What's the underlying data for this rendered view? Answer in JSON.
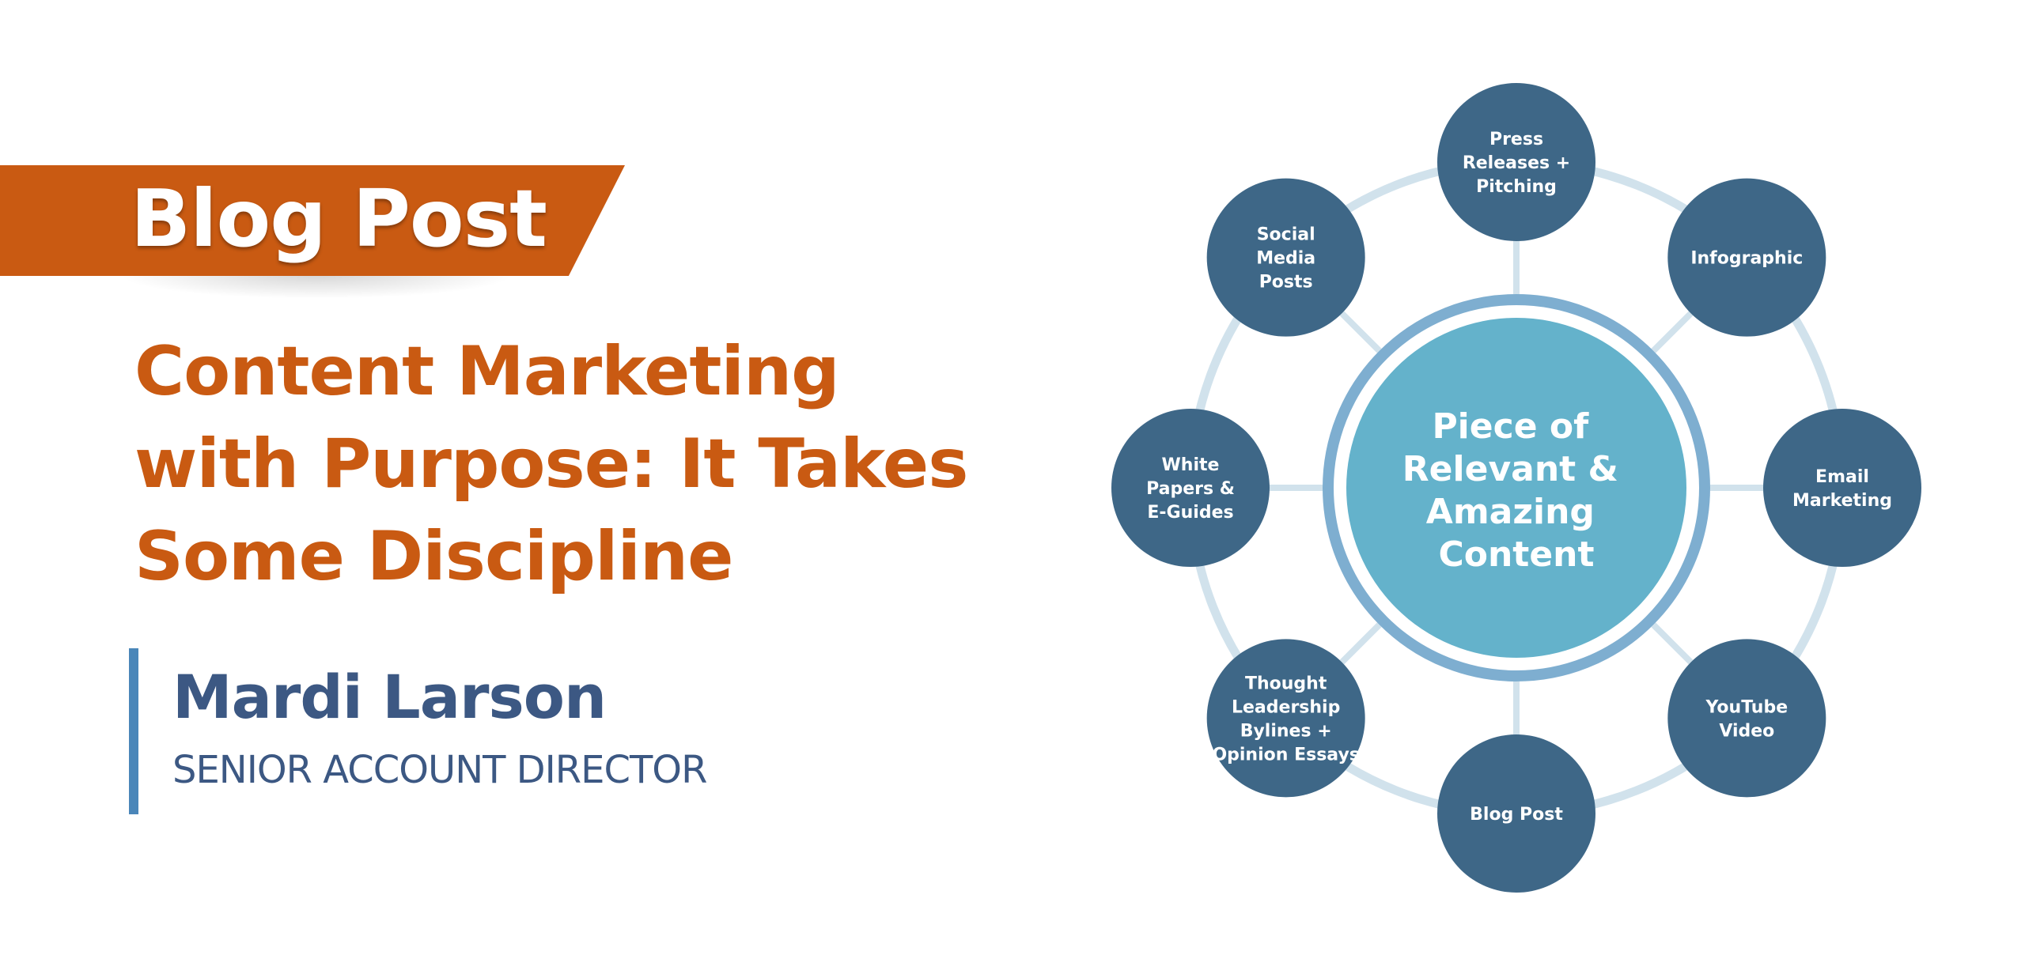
{
  "banner": {
    "label": "Blog Post",
    "color": "#c95a12"
  },
  "title": {
    "lines": [
      "Content Marketing",
      "with Purpose: It Takes",
      "Some Discipline"
    ],
    "color": "#c95a12"
  },
  "author": {
    "name": "Mardi Larson",
    "role": "SENIOR ACCOUNT DIRECTOR",
    "color": "#3c5883",
    "bar_color": "#4a86b9"
  },
  "diagram": {
    "hub": {
      "lines": [
        "Piece of",
        "Relevant &",
        "Amazing",
        "Content"
      ],
      "fill": "#64b2cb",
      "ring_color": "#7eaed0"
    },
    "node_fill": "#3e6787",
    "ring_color": "#d1e2ec",
    "nodes": [
      {
        "name": "press-releases-node",
        "lines": [
          "Press",
          "Releases +",
          "Pitching"
        ]
      },
      {
        "name": "infographic-node",
        "lines": [
          "Infographic"
        ]
      },
      {
        "name": "email-marketing-node",
        "lines": [
          "Email",
          "Marketing"
        ]
      },
      {
        "name": "youtube-video-node",
        "lines": [
          "YouTube",
          "Video"
        ]
      },
      {
        "name": "blog-post-node",
        "lines": [
          "Blog Post"
        ]
      },
      {
        "name": "thought-leadership-node",
        "lines": [
          "Thought",
          "Leadership",
          "Bylines +",
          "Opinion Essays"
        ]
      },
      {
        "name": "white-papers-node",
        "lines": [
          "White",
          "Papers &",
          "E-Guides"
        ]
      },
      {
        "name": "social-media-node",
        "lines": [
          "Social",
          "Media",
          "Posts"
        ]
      }
    ]
  }
}
